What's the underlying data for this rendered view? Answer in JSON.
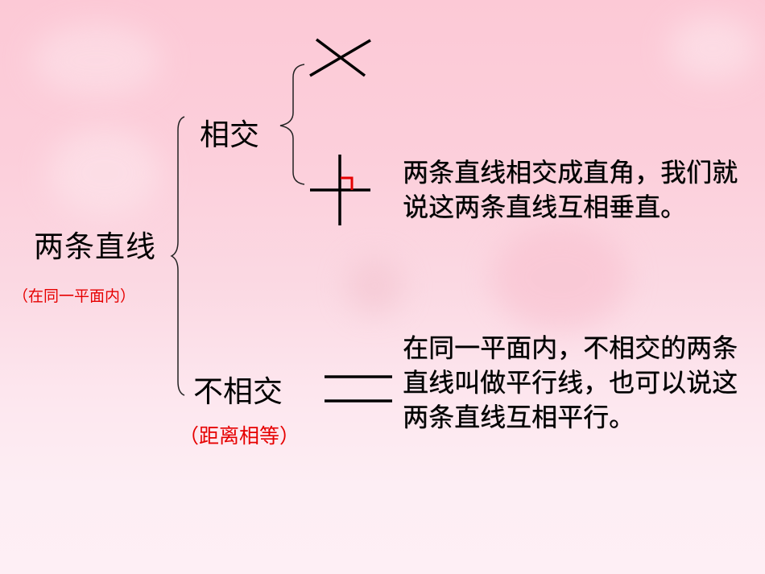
{
  "slide": {
    "colors": {
      "background_top": "#fcc9d6",
      "background_bottom": "#feeff5",
      "text": "#000000",
      "accent_red": "#e60000"
    },
    "root": {
      "label": "两条直线",
      "note": "（在同一平面内）"
    },
    "branches": [
      {
        "label": "相交",
        "sub_figures": [
          {
            "name": "intersecting-lines",
            "icon": "cross-lines"
          },
          {
            "name": "perpendicular-lines",
            "icon": "perpendicular-cross-with-right-angle"
          }
        ],
        "definition": "两条直线相交成直角，我们就说这两条直线互相垂直。"
      },
      {
        "label": "不相交",
        "note": "（距离相等）",
        "sub_figures": [
          {
            "name": "parallel-lines",
            "icon": "parallel-lines"
          }
        ],
        "definition": "在同一平面内，不相交的两条直线叫做平行线，也可以说这两条直线互相平行。"
      }
    ]
  }
}
